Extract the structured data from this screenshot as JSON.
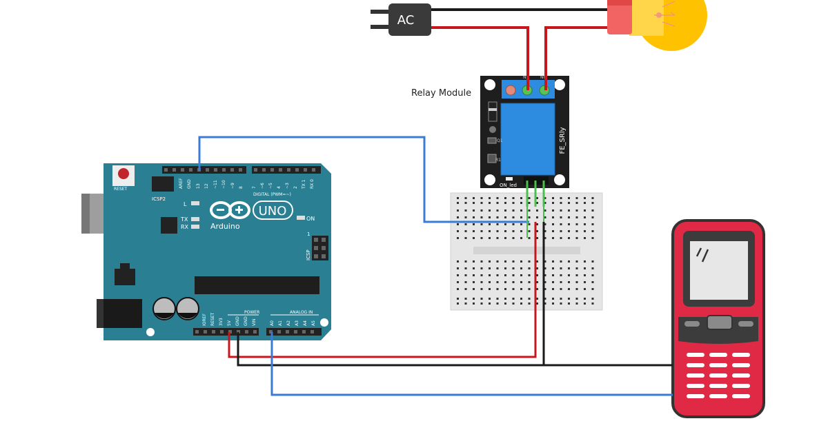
{
  "ac_plug": {
    "label": "AC"
  },
  "relay": {
    "title": "Relay Module",
    "chip_label": "FE_SRly",
    "led_label": "ON_led",
    "q_label": "Q1",
    "r_label": "R1",
    "terminal_nc": "NC",
    "terminal_no": "NO"
  },
  "arduino": {
    "logo_text": "UNO",
    "brand": "Arduino",
    "reset": "RESET",
    "icsp2": "ICSP2",
    "icsp": "ICSP",
    "led_l": "L",
    "led_tx": "TX",
    "led_rx": "RX",
    "led_on": "ON",
    "digital_label": "DIGITAL (PWM=~)",
    "power_label": "POWER",
    "analog_label": "ANALOG IN",
    "icsp_pin1": "1",
    "top_pins": [
      "AREF",
      "GND",
      "13",
      "12",
      "~11",
      "~10",
      "~9",
      "8",
      "7",
      "~6",
      "~5",
      "4",
      "~3",
      "2",
      "TX 1",
      "RX 0"
    ],
    "power_pins": [
      "IOREF",
      "RESET",
      "3V3",
      "5V",
      "GND",
      "GND",
      "VIN"
    ],
    "analog_pins": [
      "A0",
      "A1",
      "A2",
      "A3",
      "A4",
      "A5"
    ]
  },
  "colors": {
    "board": "#2a7f93",
    "wire_red": "#c8161d",
    "wire_black": "#1a1a1a",
    "wire_blue": "#3a7bd5",
    "relay_blue": "#2d8ce0",
    "bulb": "#ffc200",
    "phone": "#e02944"
  }
}
